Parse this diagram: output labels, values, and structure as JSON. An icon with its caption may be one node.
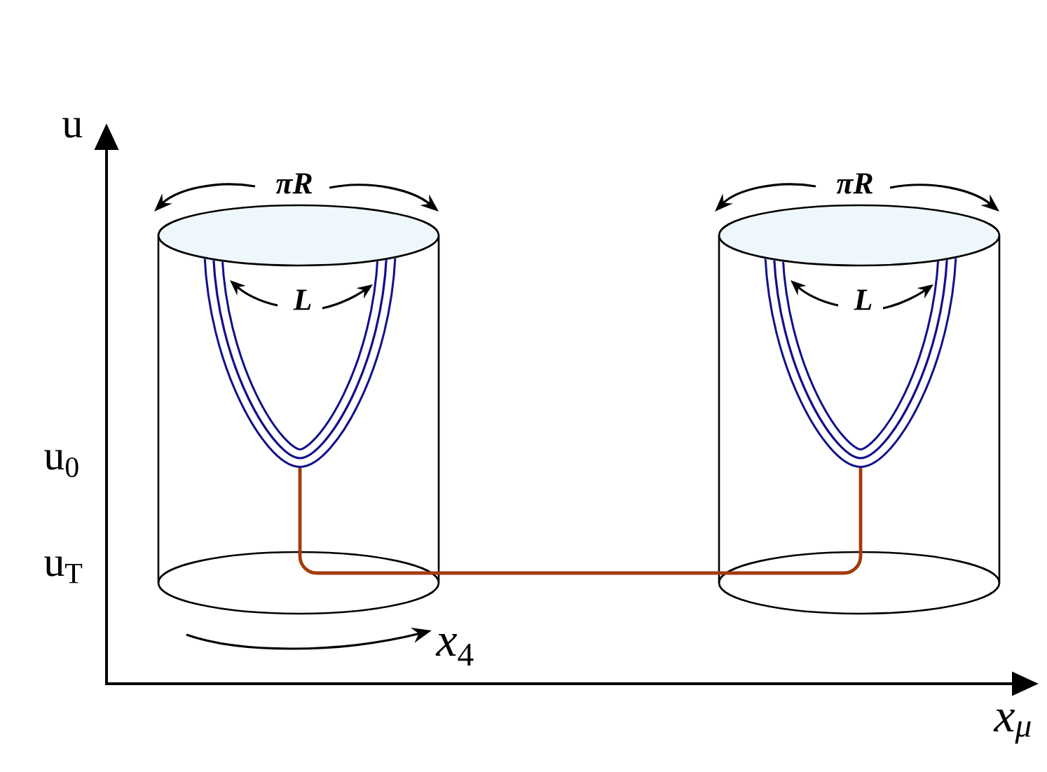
{
  "diagram": {
    "nodes": [
      {
        "text": [
          "πR"
        ]
      },
      {
        "text": [
          "L"
        ],
        "in": 0
      },
      {
        "text": [
          "πR"
        ]
      },
      {
        "text": [
          "L"
        ],
        "in": 2
      }
    ],
    "edges": [
      {
        "from": 1,
        "to": 3,
        "arrow": "none",
        "color": "#a33b0c"
      }
    ],
    "labels": [
      "u",
      "u$_{0}$",
      "u$_{T}$",
      "*x*$_{4}$",
      "x$_{μ}$"
    ]
  }
}
